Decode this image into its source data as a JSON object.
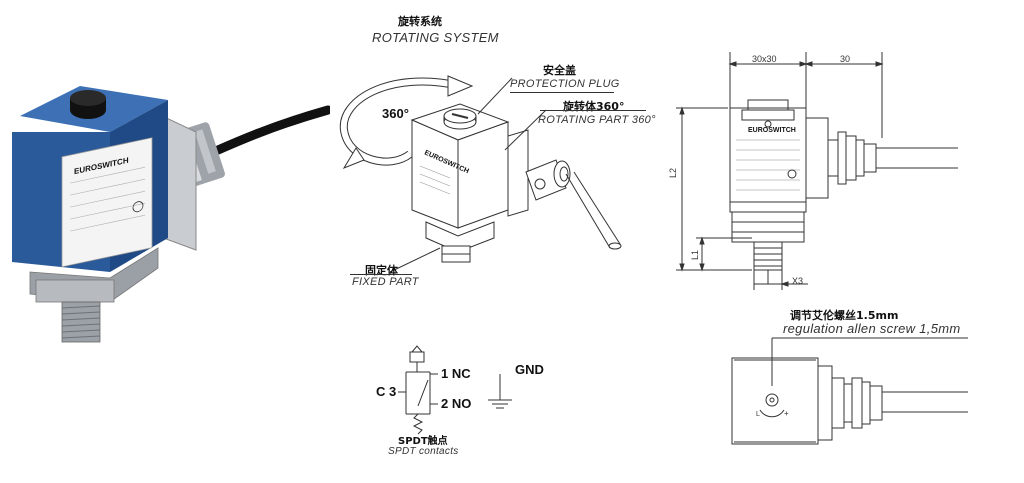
{
  "rotating_system": {
    "cn": "旋转系统",
    "en": "ROTATING SYSTEM",
    "angle": "360°"
  },
  "protection_plug": {
    "cn": "安全盖",
    "en": "PROTECTION PLUG"
  },
  "rotating_part": {
    "cn": "旋转体360°",
    "en": "ROTATING PART 360°"
  },
  "fixed_part": {
    "cn": "固定体",
    "en": "FIXED PART"
  },
  "brand": "EUROSWITCH",
  "dimensions": {
    "width": "30x30",
    "depth": "30",
    "l2": "L2",
    "l1": "L1",
    "x3": "X3"
  },
  "regulation": {
    "cn": "调节艾伦螺丝1.5mm",
    "en": "regulation allen screw 1,5mm"
  },
  "circuit": {
    "c": "C 3",
    "nc": "1 NC",
    "no": "2 NO",
    "gnd": "GND"
  },
  "spdt": {
    "cn": "SPDT触点",
    "en": "SPDT contacts"
  },
  "colors": {
    "body_blue": "#2a5a9a",
    "metal": "#b8bcc2",
    "line": "#333333"
  }
}
